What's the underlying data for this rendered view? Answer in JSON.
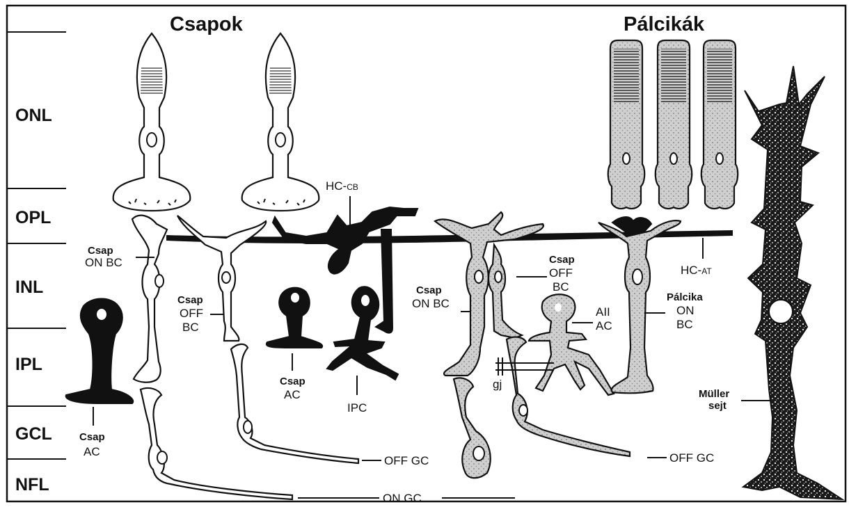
{
  "headings": {
    "cones": "Csapok",
    "rods": "Pálcikák"
  },
  "layers": [
    "ONL",
    "OPL",
    "INL",
    "IPL",
    "GCL",
    "NFL"
  ],
  "labels": {
    "hc_cb_main": "HC-",
    "hc_cb_sub": "CB",
    "hc_at_main": "HC-",
    "hc_at_sub": "AT",
    "cone_on_bc_left_1": "Csap",
    "cone_on_bc_left_2": "ON BC",
    "cone_off_bc_left_1": "Csap",
    "cone_off_bc_left_2": "OFF",
    "cone_off_bc_left_3": "BC",
    "cone_ac_mid_1": "Csap",
    "cone_ac_mid_2": "AC",
    "cone_ac_left_1": "Csap",
    "cone_ac_left_2": "AC",
    "ipc": "IPC",
    "cone_on_bc_right_1": "Csap",
    "cone_on_bc_right_2": "ON BC",
    "cone_off_bc_right_1": "Csap",
    "cone_off_bc_right_2": "OFF",
    "cone_off_bc_right_3": "BC",
    "aii_ac_1": "AII",
    "aii_ac_2": "AC",
    "rod_on_bc_1": "Pálcika",
    "rod_on_bc_2": "ON",
    "rod_on_bc_3": "BC",
    "gj": "gj",
    "off_gc_left": "OFF GC",
    "off_gc_right": "OFF GC",
    "on_gc": "ON GC",
    "muller_1": "Müller",
    "muller_2": "sejt"
  }
}
